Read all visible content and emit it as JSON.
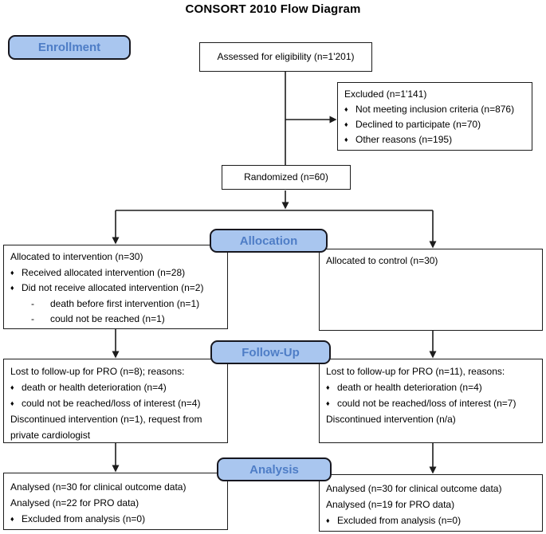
{
  "title": "CONSORT 2010 Flow Diagram",
  "colors": {
    "label_fill": "#a9c6ef",
    "label_border": "#17171f",
    "label_text": "#4e7dc6",
    "box_border": "#1c1c1c",
    "line_color": "#1c1c1c",
    "text_color": "#000000",
    "background": "#ffffff"
  },
  "glyphs": {
    "bullet": "♦",
    "dash": "-"
  },
  "stages": {
    "enrollment": "Enrollment",
    "allocation": "Allocation",
    "followup": "Follow-Up",
    "analysis": "Analysis"
  },
  "boxes": {
    "assessed": {
      "text": "Assessed for eligibility (n=1'201)"
    },
    "excluded": {
      "title": "Excluded (n=1'141)",
      "bullets": [
        "Not meeting inclusion criteria (n=876)",
        "Declined to participate (n=70)",
        "Other reasons (n=195)"
      ]
    },
    "randomized": {
      "text": "Randomized (n=60)"
    },
    "allocation_intervention": {
      "title": "Allocated to intervention (n=30)",
      "bullets": [
        "Received allocated intervention (n=28)",
        "Did not receive allocated intervention (n=2)"
      ],
      "subitems": [
        "death before first intervention (n=1)",
        "could not be reached (n=1)"
      ]
    },
    "allocation_control": {
      "title": "Allocated to control (n=30)"
    },
    "followup_intervention": {
      "title": "Lost to follow-up for PRO (n=8); reasons:",
      "bullets": [
        "death or health deterioration (n=4)",
        "could not be reached/loss of interest (n=4)"
      ],
      "note": "Discontinued intervention (n=1), request from private cardiologist"
    },
    "followup_control": {
      "title": "Lost to follow-up for PRO (n=11), reasons:",
      "bullets": [
        "death or health deterioration (n=4)",
        "could not be reached/loss of interest (n=7)"
      ],
      "note": "Discontinued intervention (n/a)"
    },
    "analysis_intervention": {
      "lines": [
        "Analysed (n=30 for clinical outcome data)",
        "Analysed (n=22 for PRO data)"
      ],
      "bullets": [
        "Excluded from analysis (n=0)"
      ]
    },
    "analysis_control": {
      "lines": [
        "Analysed (n=30 for clinical outcome data)",
        "Analysed (n=19 for PRO data)"
      ],
      "bullets": [
        "Excluded from analysis (n=0)"
      ]
    }
  }
}
